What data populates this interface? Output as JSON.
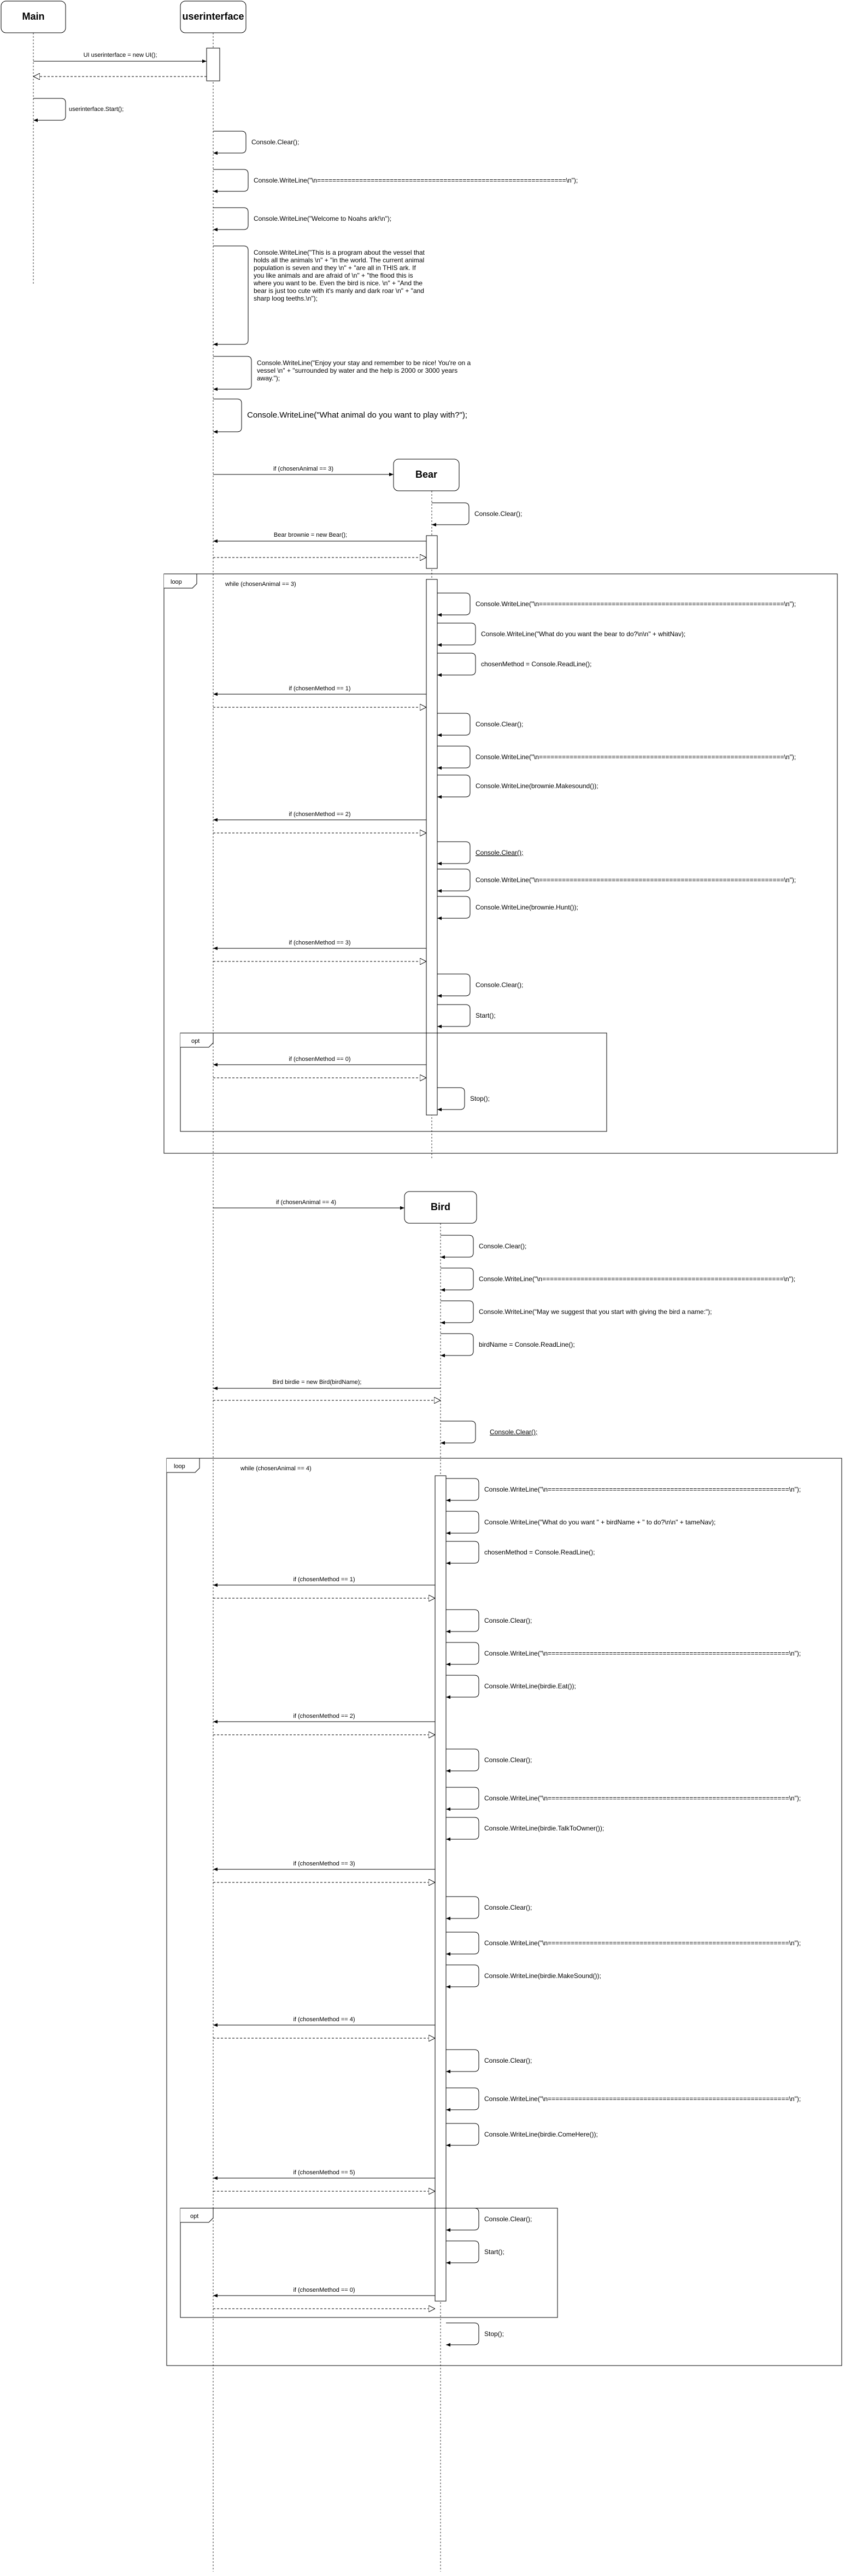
{
  "participants": {
    "main": "Main",
    "userinterface": "userinterface",
    "bear": "Bear",
    "bird": "Bird"
  },
  "main_messages": {
    "create_ui": "UI userinterface = new UI();",
    "start": "userinterface.Start();"
  },
  "ui_self": [
    "Console.Clear();",
    "Console.WriteLine(\"\\n=================================================================\\n\");",
    "Console.WriteLine(\"Welcome to Noahs ark!\\n\");",
    "Console.WriteLine(\"This is a program about the vessel that holds all the animals \\n\" + \"in the world. The current animal population is seven and they \\n\" + \"are all in THIS ark. If you like animals and are afraid of \\n\" + \"the flood this is where you want to be. Even the bird is nice. \\n\" + \"And the bear is just too cute with it's manly and dark roar \\n\" + \"and sharp loog teeths.\\n\");",
    "Console.WriteLine(\"Enjoy your stay and remember to be nice! You're on a vessel \\n\" + \"surrounded by water and the help is 2000 or 3000 years away.\");",
    "Console.WriteLine(\"What animal do you want to play with?\");"
  ],
  "bear": {
    "call": "if (chosenAnimal == 3)",
    "create": "Bear brownie = new Bear();",
    "clear": "Console.Clear();",
    "loop_label": "loop",
    "loop_guard": "while (chosenAnimal == 3)",
    "self": [
      "Console.WriteLine(\"\\n================================================================\\n\");",
      "Console.WriteLine(\"What do you want the bear to do?\\n\\n\" + whitNav);",
      "chosenMethod = Console.ReadLine();",
      "Console.Clear();",
      "Console.WriteLine(\"\\n================================================================\\n\");",
      "Console.WriteLine(brownie.Makesound());",
      "Console.Clear();",
      "Console.WriteLine(\"\\n================================================================\\n\");",
      "Console.WriteLine(brownie.Hunt());",
      "Console.Clear();",
      "Start();",
      "Stop();"
    ],
    "conds": [
      "if (chosenMethod == 1)",
      "if (chosenMethod == 2)",
      "if (chosenMethod == 3)",
      "if (chosenMethod == 0)"
    ],
    "opt_label": "opt"
  },
  "bird": {
    "call": "if (chosenAnimal == 4)",
    "self_pre": [
      "Console.Clear();",
      "Console.WriteLine(\"\\n===============================================================\\n\");",
      "Console.WriteLine(\"May we suggest that you start with giving the bird a name:\");",
      "birdName = Console.ReadLine();"
    ],
    "create": "Bird birdie = new Bird(birdName);",
    "clear_after": "Console.Clear();",
    "loop_label": "loop",
    "loop_guard": "while (chosenAnimal == 4)",
    "self": [
      "Console.WriteLine(\"\\n===============================================================\\n\");",
      "Console.WriteLine(\"What do you want \" + birdName + \" to do?\\n\\n\" + tameNav);",
      "chosenMethod = Console.ReadLine();",
      "Console.Clear();",
      "Console.WriteLine(\"\\n===============================================================\\n\");",
      "Console.WriteLine(birdie.Eat());",
      "Console.Clear();",
      "Console.WriteLine(\"\\n===============================================================\\n\");",
      "Console.WriteLine(birdie.TalkToOwner());",
      "Console.Clear();",
      "Console.WriteLine(\"\\n===============================================================\\n\");",
      "Console.WriteLine(birdie.MakeSound());",
      "Console.Clear();",
      "Console.WriteLine(\"\\n===============================================================\\n\");",
      "Console.WriteLine(birdie.ComeHere());",
      "Console.Clear();",
      "Start();",
      "Stop();"
    ],
    "conds": [
      "if (chosenMethod == 1)",
      "if (chosenMethod == 2)",
      "if (chosenMethod == 3)",
      "if (chosenMethod == 4)",
      "if (chosenMethod == 5)",
      "if (chosenMethod == 0)"
    ],
    "opt_label": "opt"
  }
}
